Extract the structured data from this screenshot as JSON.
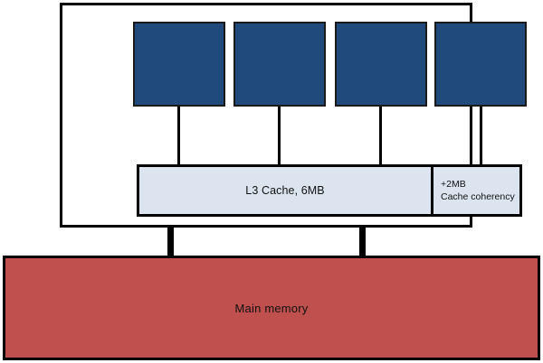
{
  "diagram": {
    "title": "cpu-memory-hierarchy",
    "cpu_package": {
      "cores": [
        {
          "label": ""
        },
        {
          "label": ""
        },
        {
          "label": ""
        },
        {
          "label": ""
        }
      ],
      "cache": {
        "main_label": "L3 Cache, 6MB",
        "extra_line_1": "+2MB",
        "extra_line_2": "Cache coherency"
      }
    },
    "memory": {
      "label": "Main memory"
    },
    "colors": {
      "core_fill": "#214a7c",
      "cache_fill": "#dce4f0",
      "memory_fill": "#c0504d",
      "outline": "#000000",
      "package_fill": "#ffffff"
    }
  }
}
